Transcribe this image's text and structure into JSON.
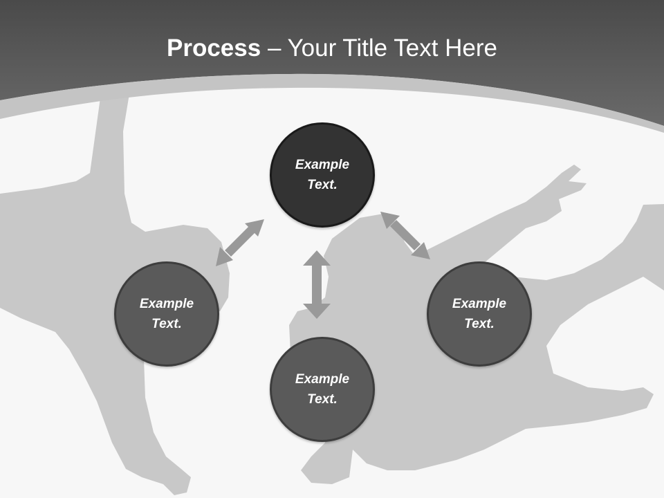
{
  "title": {
    "bold": "Process",
    "rest": " – Your Title Text Here"
  },
  "nodes": {
    "top": "Example Text.",
    "left": "Example Text.",
    "bottom": "Example Text.",
    "right": "Example Text."
  },
  "colors": {
    "header": "#5c5c5c",
    "background": "#f7f7f7",
    "silhouette": "#c8c8c8",
    "node_dark": "#333333",
    "node_mid": "#5a5a5a",
    "arrow": "#999999"
  }
}
